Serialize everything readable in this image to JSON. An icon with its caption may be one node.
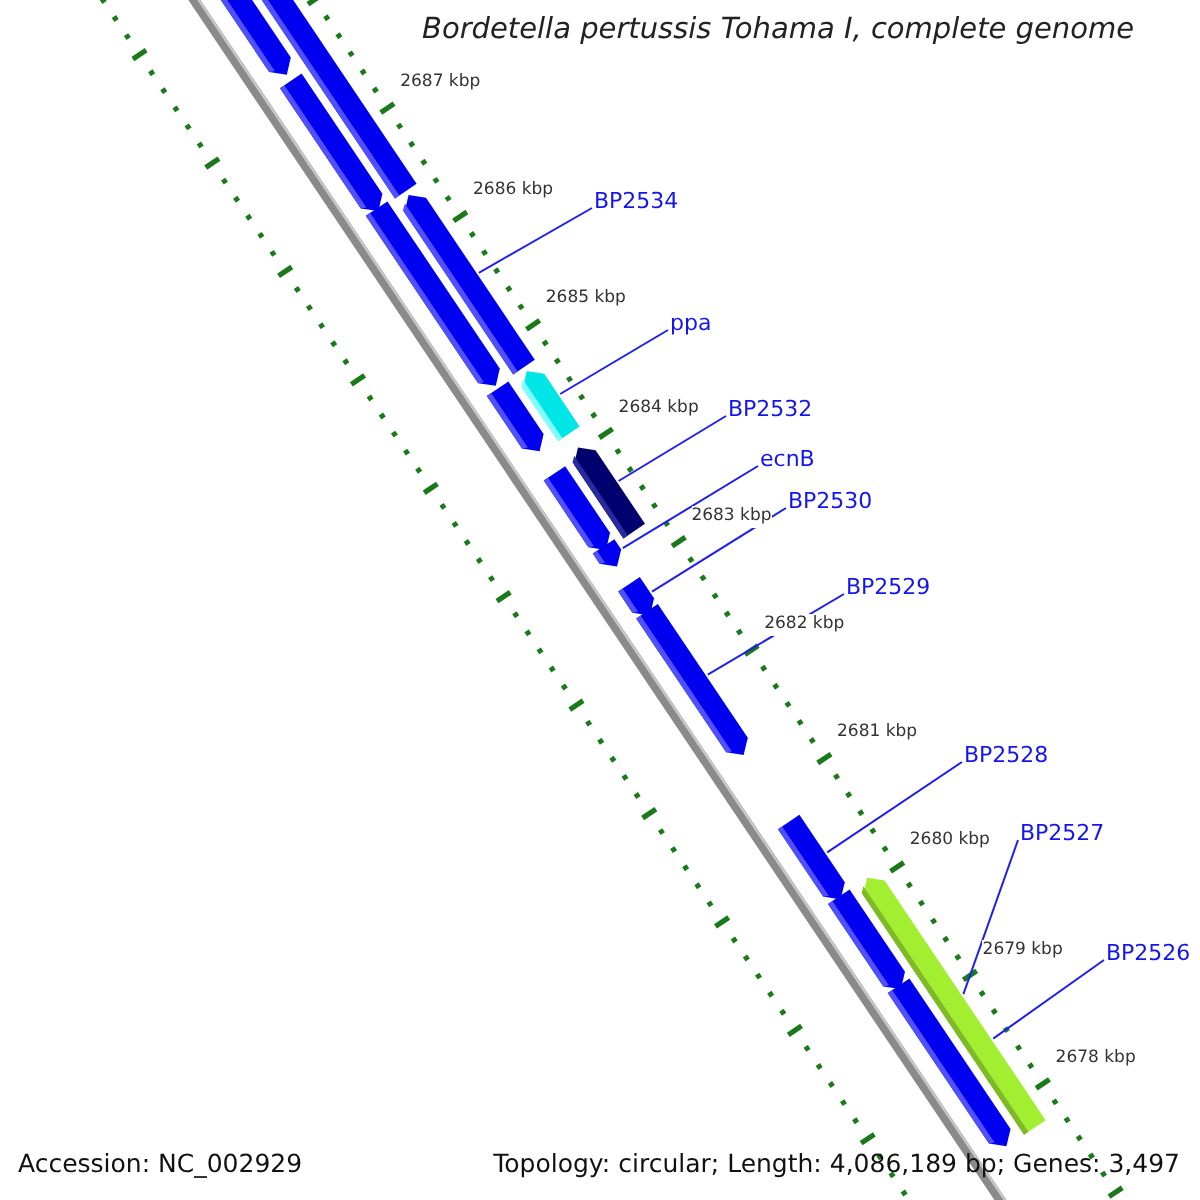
{
  "diagram": {
    "title": "Bordetella pertussis Tohama I, complete genome",
    "nodes": [
      {
        "text": [
          "BP2534"
        ]
      },
      {
        "text": [
          "ppa"
        ]
      },
      {
        "text": [
          "BP2532"
        ]
      },
      {
        "text": [
          "ecnB"
        ]
      },
      {
        "text": [
          "BP2530"
        ]
      },
      {
        "text": [
          "BP2529"
        ]
      },
      {
        "text": [
          "BP2528"
        ]
      },
      {
        "text": [
          "BP2527"
        ]
      },
      {
        "text": [
          "BP2526"
        ]
      },
      {
        "text": [],
        "shape": "bar"
      },
      {
        "text": [],
        "shape": "bar"
      },
      {
        "text": [],
        "shape": "bar"
      },
      {
        "text": [],
        "shape": "bar"
      },
      {
        "text": [],
        "shape": "bar"
      },
      {
        "text": [],
        "shape": "bar"
      },
      {
        "text": [],
        "shape": "bar"
      },
      {
        "text": [],
        "shape": "bar"
      },
      {
        "text": [],
        "shape": "bar"
      },
      {
        "text": [],
        "shape": "bar"
      },
      {
        "text": [],
        "shape": "bar"
      },
      {
        "text": [],
        "shape": "bar"
      },
      {
        "text": [],
        "shape": "bar"
      },
      {
        "text": [],
        "shape": "bar"
      },
      {
        "text": [],
        "shape": "bar"
      },
      {
        "text": [],
        "shape": "bar"
      }
    ],
    "edges": [
      {
        "from": 0,
        "to": 21,
        "arrow": "none"
      },
      {
        "from": 1,
        "to": 22,
        "arrow": "none"
      },
      {
        "from": 2,
        "to": 23,
        "arrow": "none"
      },
      {
        "from": 3,
        "to": 14,
        "arrow": "none"
      },
      {
        "from": 4,
        "to": 15,
        "arrow": "none"
      },
      {
        "from": 5,
        "to": 16,
        "arrow": "none"
      },
      {
        "from": 6,
        "to": 17,
        "arrow": "none"
      },
      {
        "from": 7,
        "to": 24,
        "arrow": "none"
      },
      {
        "from": 8,
        "to": 19,
        "arrow": "none"
      }
    ],
    "labels": [
      "2687 kbp",
      "2686 kbp",
      "2685 kbp",
      "2684 kbp",
      "2683 kbp",
      "2682 kbp",
      "2681 kbp",
      "2680 kbp",
      "2679 kbp",
      "2678 kbp",
      "Accession: NC_002929",
      "Topology: circular; Length: 4,086,189 bp; Genes: 3,497"
    ]
  }
}
